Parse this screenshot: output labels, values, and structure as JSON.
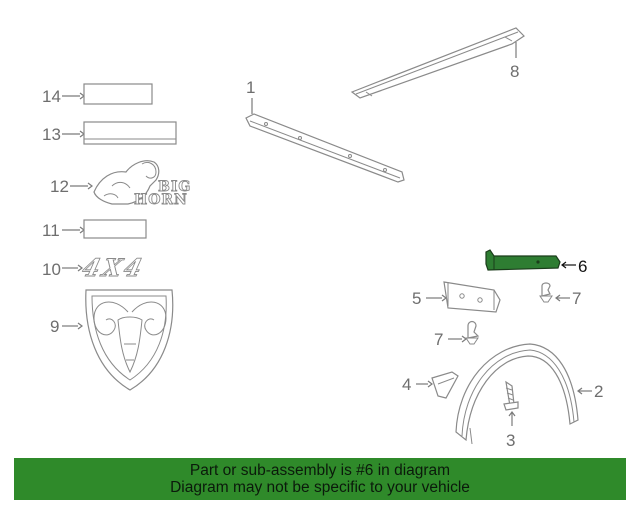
{
  "callouts": {
    "c1": "1",
    "c2": "2",
    "c3": "3",
    "c4": "4",
    "c5": "5",
    "c6": "6",
    "c7a": "7",
    "c7b": "7",
    "c8": "8",
    "c9": "9",
    "c10": "10",
    "c11": "11",
    "c12": "12",
    "c13": "13",
    "c14": "14"
  },
  "badges": {
    "big": "BIG",
    "horn": "HORN",
    "fourx4": "4X4"
  },
  "highlight_part": "6",
  "colors": {
    "highlight_part_fill": "#2e7d32",
    "banner_bg": "#2f8a2a",
    "callout_gray": "#6e6e6e",
    "line_gray": "#8a8a8a"
  },
  "banner": {
    "line1": "Part or sub-assembly is #6 in diagram",
    "line2": "Diagram may not be specific to your vehicle"
  }
}
